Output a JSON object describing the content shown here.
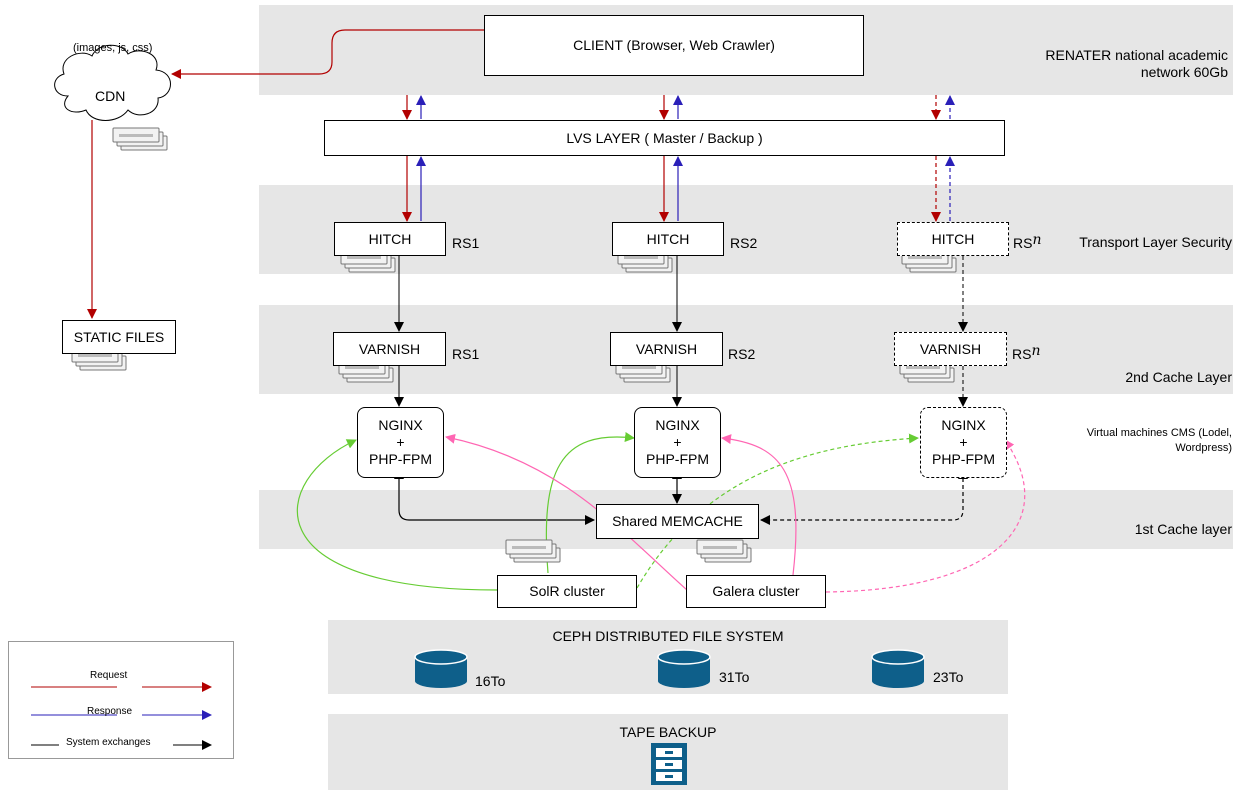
{
  "layers": {
    "renater": "RENATER national academic network 60Gb",
    "tls": "Transport Layer Security",
    "cache2": "2nd Cache Layer",
    "vm": "Virtual machines CMS (Lodel, Wordpress)",
    "cache1": "1st Cache layer"
  },
  "client": "CLIENT (Browser, Web Crawler)",
  "cdn": {
    "label": "CDN",
    "note": "(images, js, css)"
  },
  "static_files": "STATIC FILES",
  "lvs": "LVS LAYER ( Master / Backup )",
  "nodes": [
    {
      "hitch": "HITCH",
      "varnish": "VARNISH",
      "rs_prefix": "RS",
      "rs_suffix": "1",
      "nginx": "NGINX",
      "plus": "+",
      "php": "PHP-FPM"
    },
    {
      "hitch": "HITCH",
      "varnish": "VARNISH",
      "rs_prefix": "RS",
      "rs_suffix": "2",
      "nginx": "NGINX",
      "plus": "+",
      "php": "PHP-FPM"
    },
    {
      "hitch": "HITCH",
      "varnish": "VARNISH",
      "rs_prefix": "RS",
      "rs_suffix": "n",
      "nginx": "NGINX",
      "plus": "+",
      "php": "PHP-FPM"
    }
  ],
  "memcache": "Shared MEMCACHE",
  "solr": "SolR cluster",
  "galera": "Galera cluster",
  "ceph": {
    "title": "CEPH DISTRIBUTED FILE SYSTEM",
    "volumes": [
      "16To",
      "31To",
      "23To"
    ]
  },
  "tape": "TAPE BACKUP",
  "legend": {
    "request": "Request",
    "response": "Response",
    "system": "System exchanges"
  },
  "colors": {
    "request": "#b20000",
    "response": "#2a1fb8",
    "system": "#000000",
    "solr": "#66cc33",
    "galera": "#ff66b3",
    "band": "#e6e6e6",
    "disk": "#0e5f8a"
  }
}
